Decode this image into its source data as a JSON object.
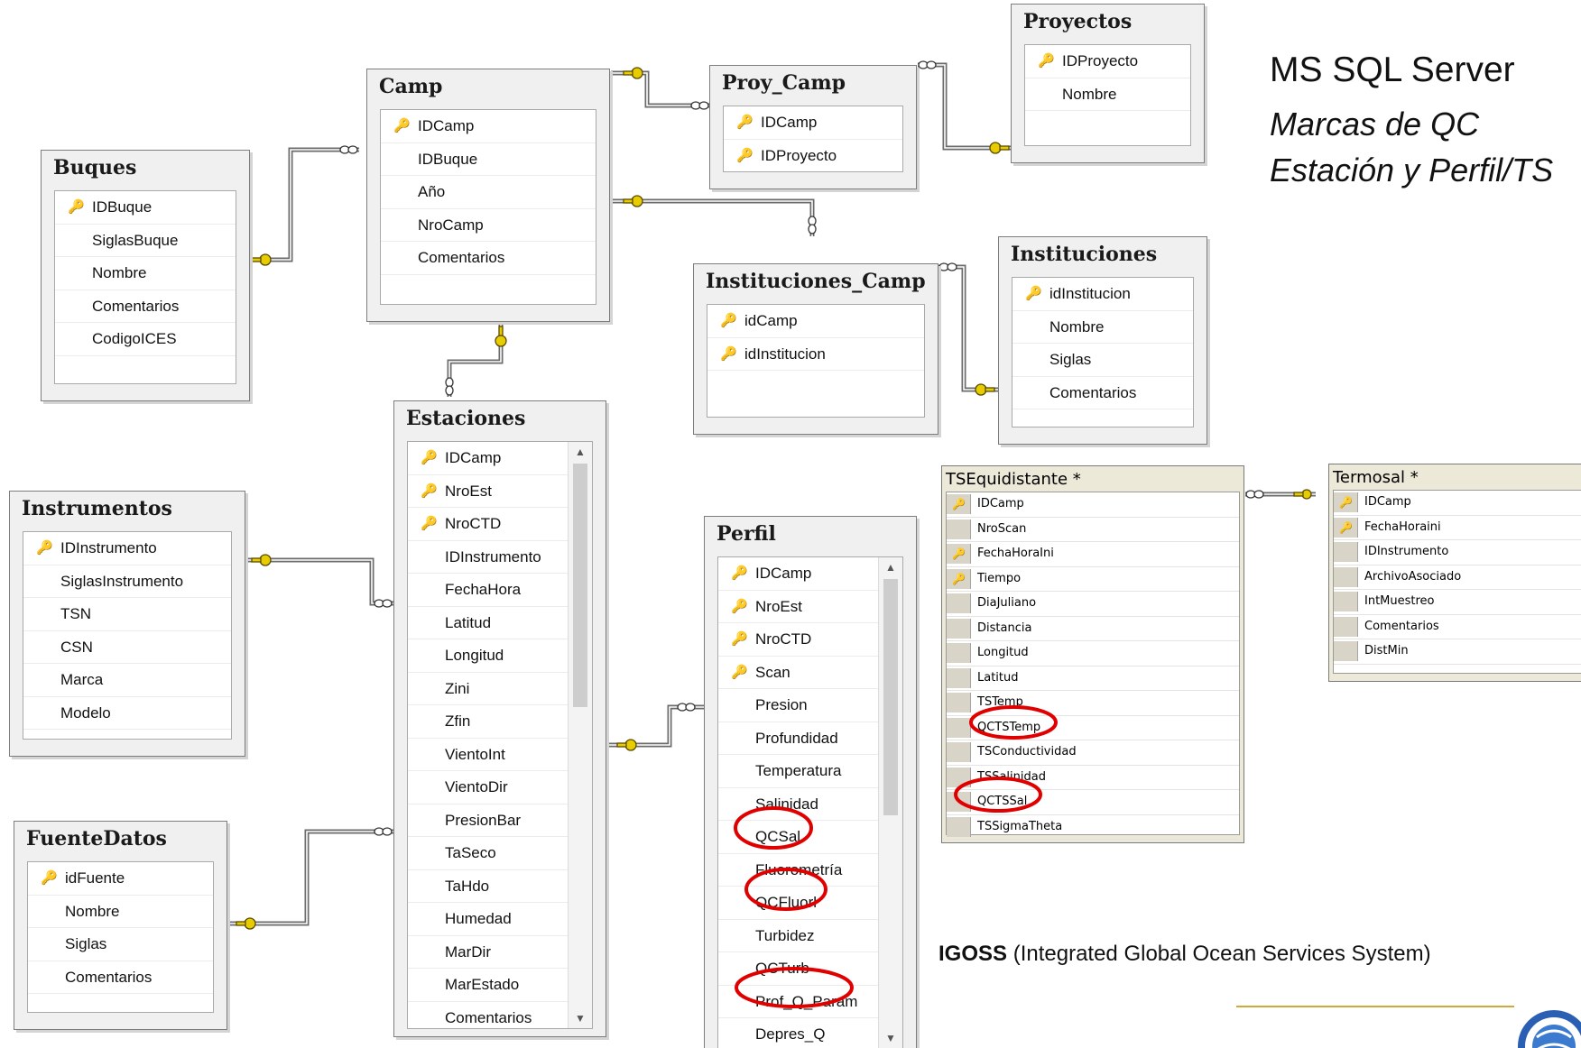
{
  "header": {
    "title": "MS SQL Server",
    "subtitle1": "Marcas de QC",
    "subtitle2": "Estación y Perfil/TS"
  },
  "footer": {
    "bold": "IGOSS",
    "text": " (Integrated Global Ocean Services System)"
  },
  "colors": {
    "key": "#c9a400",
    "highlight": "#e00000",
    "link": "#6b6b6b"
  },
  "tables": {
    "proyectos": {
      "title": "Proyectos",
      "rows": [
        {
          "name": "IDProyecto",
          "key": true
        },
        {
          "name": "Nombre",
          "key": false
        }
      ]
    },
    "proy_camp": {
      "title": "Proy_Camp",
      "rows": [
        {
          "name": "IDCamp",
          "key": true
        },
        {
          "name": "IDProyecto",
          "key": true
        }
      ]
    },
    "camp": {
      "title": "Camp",
      "rows": [
        {
          "name": "IDCamp",
          "key": true
        },
        {
          "name": "IDBuque",
          "key": false
        },
        {
          "name": "Año",
          "key": false
        },
        {
          "name": "NroCamp",
          "key": false
        },
        {
          "name": "Comentarios",
          "key": false
        }
      ]
    },
    "buques": {
      "title": "Buques",
      "rows": [
        {
          "name": "IDBuque",
          "key": true
        },
        {
          "name": "SiglasBuque",
          "key": false
        },
        {
          "name": "Nombre",
          "key": false
        },
        {
          "name": "Comentarios",
          "key": false
        },
        {
          "name": "CodigoICES",
          "key": false
        }
      ]
    },
    "instituciones_camp": {
      "title": "Instituciones_Camp",
      "rows": [
        {
          "name": "idCamp",
          "key": true
        },
        {
          "name": "idInstitucion",
          "key": true
        }
      ]
    },
    "instituciones": {
      "title": "Instituciones",
      "rows": [
        {
          "name": "idInstitucion",
          "key": true
        },
        {
          "name": "Nombre",
          "key": false
        },
        {
          "name": "Siglas",
          "key": false
        },
        {
          "name": "Comentarios",
          "key": false
        }
      ]
    },
    "estaciones": {
      "title": "Estaciones",
      "rows": [
        {
          "name": "IDCamp",
          "key": true
        },
        {
          "name": "NroEst",
          "key": true
        },
        {
          "name": "NroCTD",
          "key": true
        },
        {
          "name": "IDInstrumento",
          "key": false
        },
        {
          "name": "FechaHora",
          "key": false
        },
        {
          "name": "Latitud",
          "key": false
        },
        {
          "name": "Longitud",
          "key": false
        },
        {
          "name": "Zini",
          "key": false
        },
        {
          "name": "Zfin",
          "key": false
        },
        {
          "name": "VientoInt",
          "key": false
        },
        {
          "name": "VientoDir",
          "key": false
        },
        {
          "name": "PresionBar",
          "key": false
        },
        {
          "name": "TaSeco",
          "key": false
        },
        {
          "name": "TaHdo",
          "key": false
        },
        {
          "name": "Humedad",
          "key": false
        },
        {
          "name": "MarDir",
          "key": false
        },
        {
          "name": "MarEstado",
          "key": false
        },
        {
          "name": "Comentarios",
          "key": false
        }
      ]
    },
    "instrumentos": {
      "title": "Instrumentos",
      "rows": [
        {
          "name": "IDInstrumento",
          "key": true
        },
        {
          "name": "SiglasInstrumento",
          "key": false
        },
        {
          "name": "TSN",
          "key": false
        },
        {
          "name": "CSN",
          "key": false
        },
        {
          "name": "Marca",
          "key": false
        },
        {
          "name": "Modelo",
          "key": false
        }
      ]
    },
    "fuentedatos": {
      "title": "FuenteDatos",
      "rows": [
        {
          "name": "idFuente",
          "key": true
        },
        {
          "name": "Nombre",
          "key": false
        },
        {
          "name": "Siglas",
          "key": false
        },
        {
          "name": "Comentarios",
          "key": false
        }
      ]
    },
    "perfil": {
      "title": "Perfil",
      "rows": [
        {
          "name": "IDCamp",
          "key": true
        },
        {
          "name": "NroEst",
          "key": true
        },
        {
          "name": "NroCTD",
          "key": true
        },
        {
          "name": "Scan",
          "key": true
        },
        {
          "name": "Presion",
          "key": false
        },
        {
          "name": "Profundidad",
          "key": false
        },
        {
          "name": "Temperatura",
          "key": false
        },
        {
          "name": "Salinidad",
          "key": false
        },
        {
          "name": "QCSal",
          "key": false,
          "hl": true
        },
        {
          "name": "Fluorometría",
          "key": false
        },
        {
          "name": "QCFluorl",
          "key": false,
          "hl": true
        },
        {
          "name": "Turbidez",
          "key": false
        },
        {
          "name": "QCTurb",
          "key": false
        },
        {
          "name": "Prof_Q_Param",
          "key": false,
          "hl": true
        },
        {
          "name": "Depres_Q",
          "key": false
        }
      ]
    },
    "tsequidistante": {
      "title": "TSEquidistante *",
      "rows": [
        {
          "name": "IDCamp",
          "key": true
        },
        {
          "name": "NroScan",
          "key": false
        },
        {
          "name": "FechaHoraIni",
          "key": true
        },
        {
          "name": "Tiempo",
          "key": true
        },
        {
          "name": "DiaJuliano",
          "key": false
        },
        {
          "name": "Distancia",
          "key": false
        },
        {
          "name": "Longitud",
          "key": false
        },
        {
          "name": "Latitud",
          "key": false
        },
        {
          "name": "TSTemp",
          "key": false
        },
        {
          "name": "QCTSTemp",
          "key": false,
          "hl": true
        },
        {
          "name": "TSConductividad",
          "key": false
        },
        {
          "name": "TSSalinidad",
          "key": false
        },
        {
          "name": "QCTSSal",
          "key": false,
          "hl": true
        },
        {
          "name": "TSSigmaTheta",
          "key": false
        }
      ]
    },
    "termosal": {
      "title": "Termosal *",
      "rows": [
        {
          "name": "IDCamp",
          "key": true
        },
        {
          "name": "FechaHoraini",
          "key": true
        },
        {
          "name": "IDInstrumento",
          "key": false
        },
        {
          "name": "ArchivoAsociado",
          "key": false
        },
        {
          "name": "IntMuestreo",
          "key": false
        },
        {
          "name": "Comentarios",
          "key": false
        },
        {
          "name": "DistMin",
          "key": false
        }
      ]
    }
  }
}
